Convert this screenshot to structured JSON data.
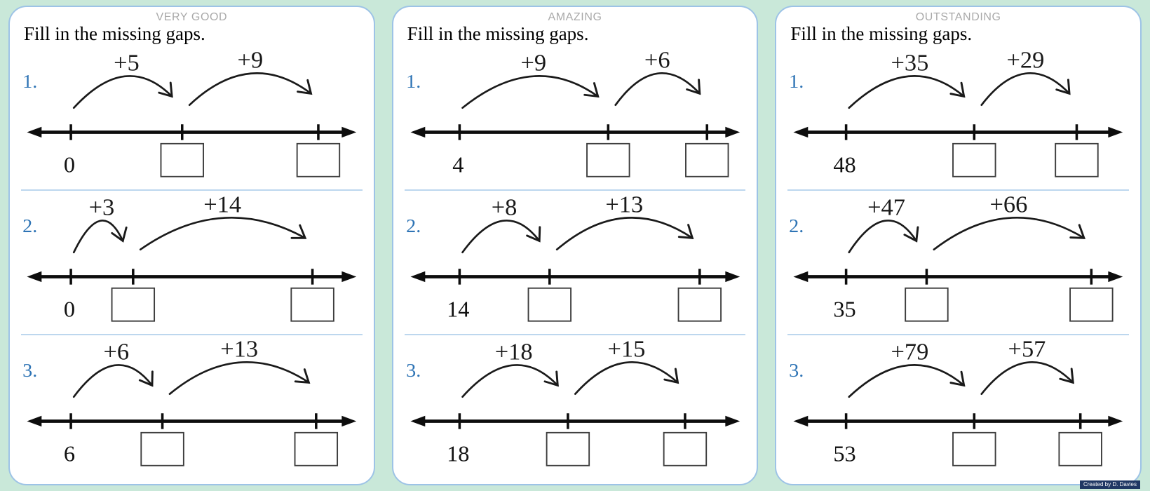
{
  "page": {
    "credit": "Created by D. Davies"
  },
  "colors": {
    "background": "#c9e8d9",
    "card_border": "#9dc3e6",
    "divider": "#bdd7ee",
    "problem_number_blue": "#2e74b5",
    "badge_gray": "#a9a9a9",
    "ink": "#111111",
    "credit_background": "#203864"
  },
  "panels": [
    {
      "badge": "VERY GOOD",
      "title": "Fill in the missing gaps.",
      "problems": [
        {
          "label": "1.",
          "start": "0",
          "jump1": "+5",
          "jump2": "+9"
        },
        {
          "label": "2.",
          "start": "0",
          "jump1": "+3",
          "jump2": "+14"
        },
        {
          "label": "3.",
          "start": "6",
          "jump1": "+6",
          "jump2": "+13"
        }
      ]
    },
    {
      "badge": "AMAZING",
      "title": "Fill in the missing gaps.",
      "problems": [
        {
          "label": "1.",
          "start": "4",
          "jump1": "+9",
          "jump2": "+6"
        },
        {
          "label": "2.",
          "start": "14",
          "jump1": "+8",
          "jump2": "+13"
        },
        {
          "label": "3.",
          "start": "18",
          "jump1": "+18",
          "jump2": "+15"
        }
      ]
    },
    {
      "badge": "OUTSTANDING",
      "title": "Fill in the missing gaps.",
      "problems": [
        {
          "label": "1.",
          "start": "48",
          "jump1": "+35",
          "jump2": "+29"
        },
        {
          "label": "2.",
          "start": "35",
          "jump1": "+47",
          "jump2": "+66"
        },
        {
          "label": "3.",
          "start": "53",
          "jump1": "+79",
          "jump2": "+57"
        }
      ]
    }
  ]
}
